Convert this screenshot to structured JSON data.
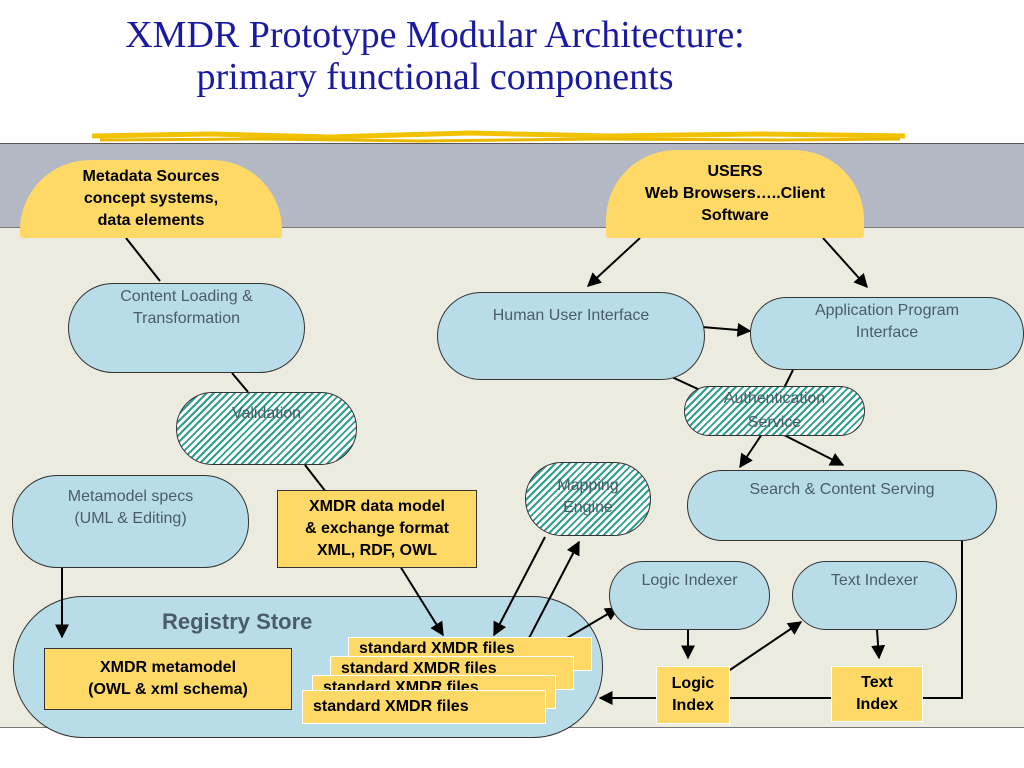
{
  "title": {
    "line1": "XMDR Prototype Modular Architecture:",
    "line2": "primary functional components"
  },
  "nodes": {
    "metadata_sources": [
      "Metadata Sources",
      "concept systems,",
      "data elements"
    ],
    "users": [
      "USERS",
      "Web Browsers…..Client",
      "Software"
    ],
    "content_loading": [
      "Content Loading &",
      "Transformation"
    ],
    "human_ui": [
      "Human User Interface"
    ],
    "api": [
      "Application Program",
      "Interface"
    ],
    "validation": [
      "Validation"
    ],
    "authentication": [
      "Authentication",
      "Service"
    ],
    "metamodel_specs": [
      "Metamodel specs",
      "(UML & Editing)"
    ],
    "data_model": [
      "XMDR data model",
      "& exchange format",
      "XML, RDF, OWL"
    ],
    "mapping_engine": [
      "Mapping",
      "Engine"
    ],
    "search_serving": [
      "Search & Content Serving"
    ],
    "logic_indexer": [
      "Logic Indexer"
    ],
    "text_indexer": [
      "Text Indexer"
    ],
    "registry_store": "Registry Store",
    "xmdr_metamodel": [
      "XMDR metamodel",
      "(OWL & xml schema)"
    ],
    "standard_files": [
      "standard XMDR files",
      "standard XMDR files",
      "standard XMDR files",
      "standard XMDR files"
    ],
    "logic_index": [
      "Logic",
      "Index"
    ],
    "text_index": [
      "Text",
      "Index"
    ]
  },
  "colors": {
    "title": "#1a1aa0",
    "component_fill": "#b9dde8",
    "highlight_fill": "#ffd966",
    "hatch": "#2f9e8e",
    "top_band": "#b3b8c4",
    "main_band": "#ecebe0"
  }
}
